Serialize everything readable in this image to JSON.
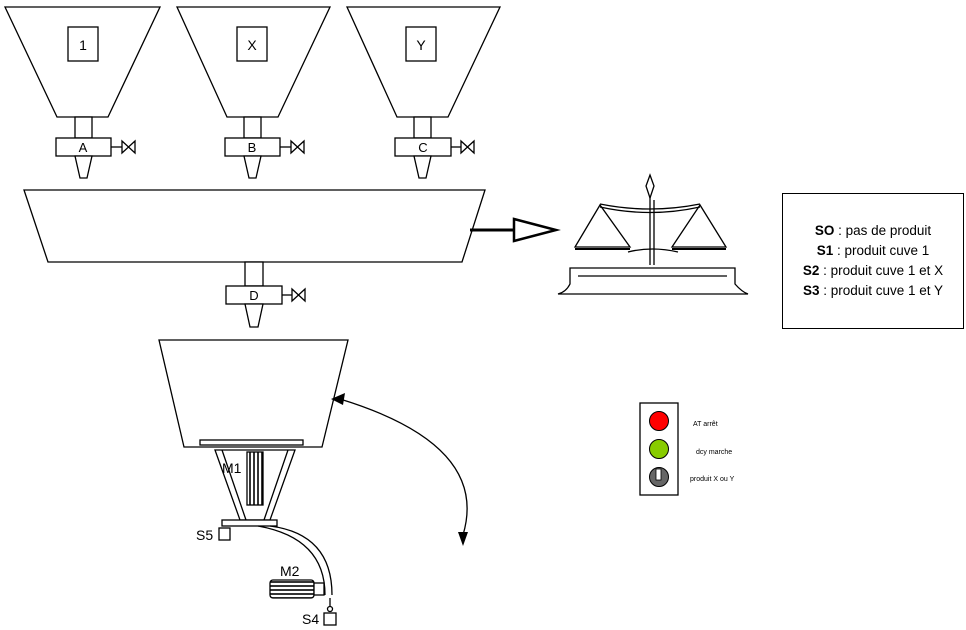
{
  "hoppers": [
    {
      "tank": "1",
      "valve": "A"
    },
    {
      "tank": "X",
      "valve": "B"
    },
    {
      "tank": "Y",
      "valve": "C"
    }
  ],
  "main_valve": "D",
  "motors": {
    "mixer": "M1",
    "conveyor": "M2"
  },
  "sensors": {
    "s5": "S5",
    "s4": "S4"
  },
  "legend": [
    {
      "code": "SO",
      "text": " : pas de produit"
    },
    {
      "code": "S1",
      "text": " : produit cuve 1"
    },
    {
      "code": "S2",
      "text": " : produit cuve 1 et X"
    },
    {
      "code": "S3",
      "text": " : produit cuve 1 et Y"
    }
  ],
  "control_panel": {
    "stop_label": "AT arrêt",
    "start_label": "dcy marche",
    "selector_label": "produit X ou Y",
    "colors": {
      "stop": "#ff0000",
      "start": "#88cc00",
      "selector": "#666666"
    }
  }
}
